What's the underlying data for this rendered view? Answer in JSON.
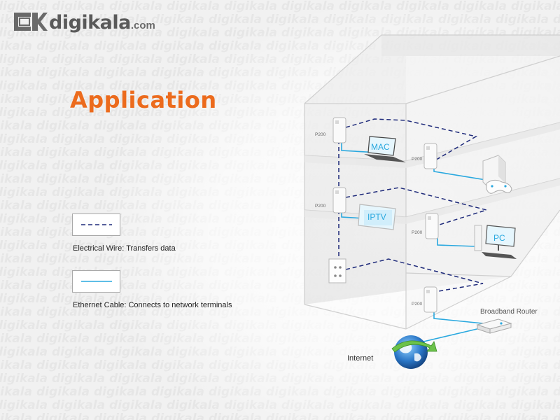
{
  "brand": {
    "name": "digikala",
    "domain": ".com",
    "watermark_word": "digikala"
  },
  "title": "Application",
  "legend": [
    {
      "key": "electrical-wire",
      "label": "Electrical Wire: Transfers data",
      "color": "#1e2a7a",
      "style": "dashed"
    },
    {
      "key": "ethernet-cable",
      "label": "Ethernet Cable: Connects to network terminals",
      "color": "#29a8df",
      "style": "solid"
    }
  ],
  "diagram": {
    "adapter_label": "P200",
    "devices": {
      "mac": "MAC",
      "iptv": "IPTV",
      "pc": "PC",
      "router": "Broadband Router",
      "internet": "Internet"
    },
    "icons": [
      "laptop-icon",
      "game-console-icon",
      "tv-icon",
      "pc-icon",
      "router-icon",
      "globe-icon",
      "power-outlet-icon",
      "powerline-adapter-icon"
    ],
    "colors": {
      "accent": "#ec6b1d",
      "wire": "#1e2a7a",
      "ethernet": "#29a8df"
    }
  }
}
